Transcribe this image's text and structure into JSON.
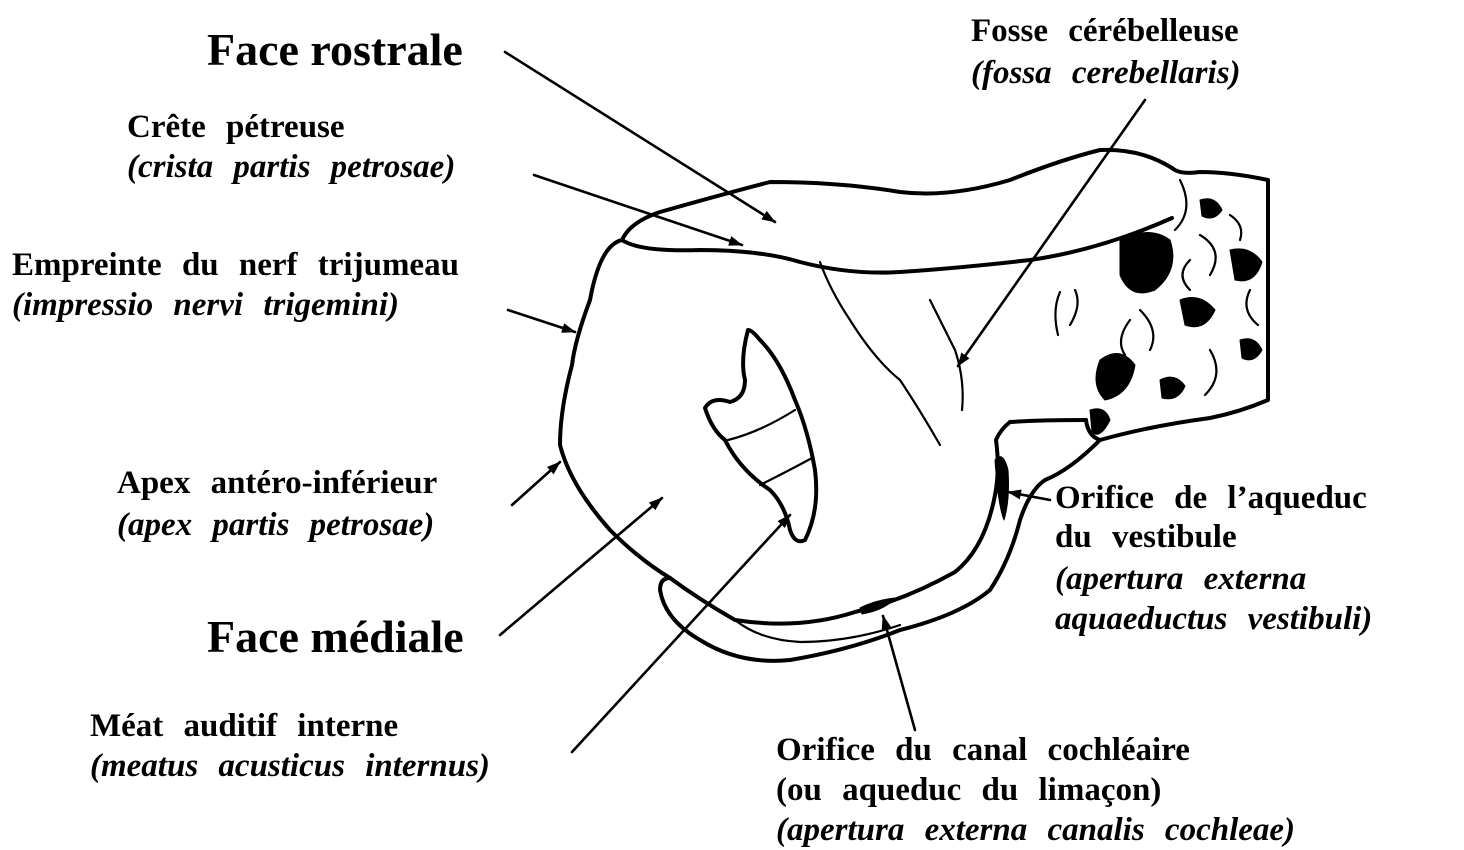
{
  "labels": {
    "face_rostrale": "Face rostrale",
    "fosse_cerebelleuse": "Fosse cérébelleuse",
    "fosse_cerebelleuse_latin": "(fossa cerebellaris)",
    "crete_petreuse": "Crête pétreuse",
    "crete_petreuse_latin": "(crista partis petrosae)",
    "empreinte_nerf": "Empreinte du nerf trijumeau",
    "empreinte_nerf_latin": "(impressio nervi trigemini)",
    "apex": "Apex antéro-inférieur",
    "apex_latin": "(apex partis petrosae)",
    "orifice_aqueduc_1": "Orifice de l’aqueduc",
    "orifice_aqueduc_2": "du vestibule",
    "orifice_aqueduc_latin_1": "(apertura externa",
    "orifice_aqueduc_latin_2": "aquaeductus vestibuli)",
    "face_mediale": "Face médiale",
    "meat_auditif": "Méat auditif interne",
    "meat_auditif_latin": "(meatus acusticus internus)",
    "orifice_canal_1": "Orifice du canal cochléaire",
    "orifice_canal_2": "(ou aqueduc du limaçon)",
    "orifice_canal_latin": "(apertura externa canalis cochleae)"
  }
}
